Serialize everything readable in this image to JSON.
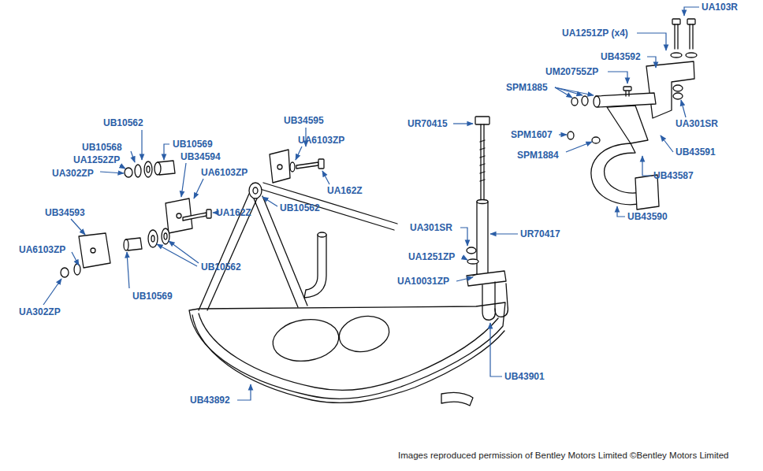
{
  "diagram": {
    "caption": "Images reproduced permission of Bentley Motors Limited ©Bentley Motors Limited",
    "labels": [
      "UA1251ZP (x4)",
      "UA103R",
      "UB43592",
      "UM20755ZP",
      "SPM1885",
      "UR70415",
      "UB10562",
      "UB34595",
      "UA301SR",
      "SPM1607",
      "UB10569",
      "UA6103ZP",
      "UB10568",
      "UB43591",
      "SPM1884",
      "UA1252ZP",
      "UB34594",
      "UA302ZP",
      "UA6103ZP",
      "UB43587",
      "UB10562",
      "UA162Z",
      "UA162Z",
      "UB34593",
      "UB43590",
      "UA301SR",
      "UR70417",
      "UA6103ZP",
      "UA1251ZP",
      "UB10562",
      "UA10031ZP",
      "UB10569",
      "UA302ZP",
      "UB43901",
      "UB43892"
    ]
  }
}
